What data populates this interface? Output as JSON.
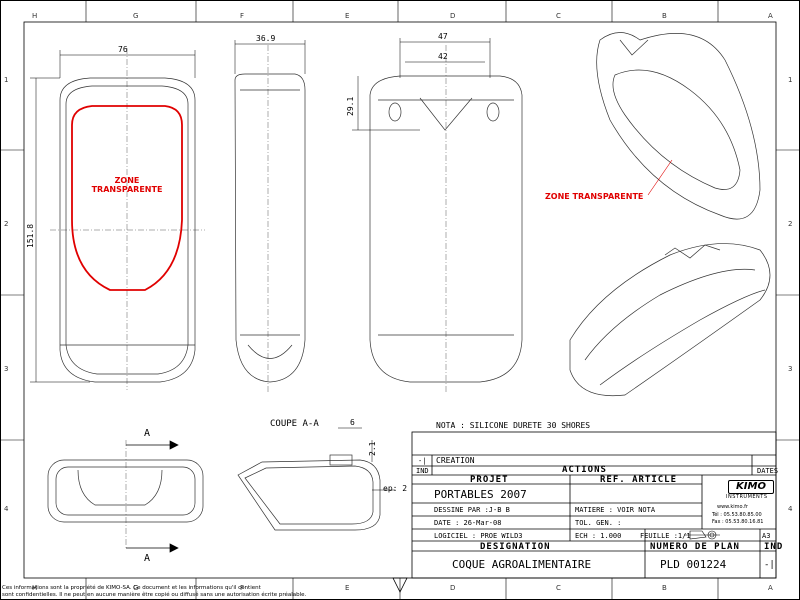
{
  "frame": {
    "top_letters": [
      "H",
      "G",
      "F",
      "E",
      "D",
      "C",
      "B",
      "A"
    ],
    "bottom_letters": [
      "H",
      "G",
      "F",
      "E",
      "D",
      "C",
      "B",
      "A"
    ],
    "side_numbers": [
      "1",
      "2",
      "3",
      "4"
    ]
  },
  "dimensions": {
    "front_width": "76",
    "front_height": "151.8",
    "side_depth": "36.9",
    "back_width_outer": "47",
    "back_width_inner": "42",
    "back_height": "29.1",
    "section_width": "6",
    "section_height": "2.1",
    "section_thickness": "ep: 2"
  },
  "labels": {
    "zone_front": "ZONE\nTRANSPARENTE",
    "zone_iso": "ZONE TRANSPARENTE",
    "section_title": "COUPE A-A",
    "section_marker": "A",
    "nota": "NOTA : SILICONE DURETE 30 SHORES"
  },
  "title_block": {
    "revision_index": "-|",
    "revision_text": "CREATION",
    "ind_label": "IND",
    "actions_label": "ACTIONS",
    "dates_label": "DATES",
    "projet_label": "PROJET",
    "ref_article_label": "REF. ARTICLE",
    "projet_value": "PORTABLES 2007",
    "dessine_par": "DESSINE PAR :J-B B",
    "date": "DATE : 26-Mar-08",
    "logiciel": "LOGICIEL : PROE WILD3",
    "matiere": "MATIERE : VOIR NOTA",
    "tol_gen": "TOL. GEN. :",
    "ech": "ECH : 1.000",
    "feuille": "FEUILLE :1/1",
    "format": "A3",
    "designation_label": "DESIGNATION",
    "numero_plan_label": "NUMERO DE PLAN",
    "ind_label2": "IND",
    "designation_value": "COQUE AGROALIMENTAIRE",
    "numero_plan_value": "PLD 001224",
    "ind_value": "-|"
  },
  "company": {
    "name": "KIMO",
    "subtitle": "INSTRUMENTS",
    "web": "www.kimo.fr",
    "tel": "Tél : 05.53.80.85.00",
    "fax": "Fax : 05.53.80.16.81"
  },
  "confidentiality": {
    "line1": "Ces informations sont la propriété de KIMO-SA. Ce document et les informations qu'il contient",
    "line2": "sont confidentielles. Il ne peut en aucune manière être copié ou diffusé sans une autorisation écrite préalable."
  }
}
